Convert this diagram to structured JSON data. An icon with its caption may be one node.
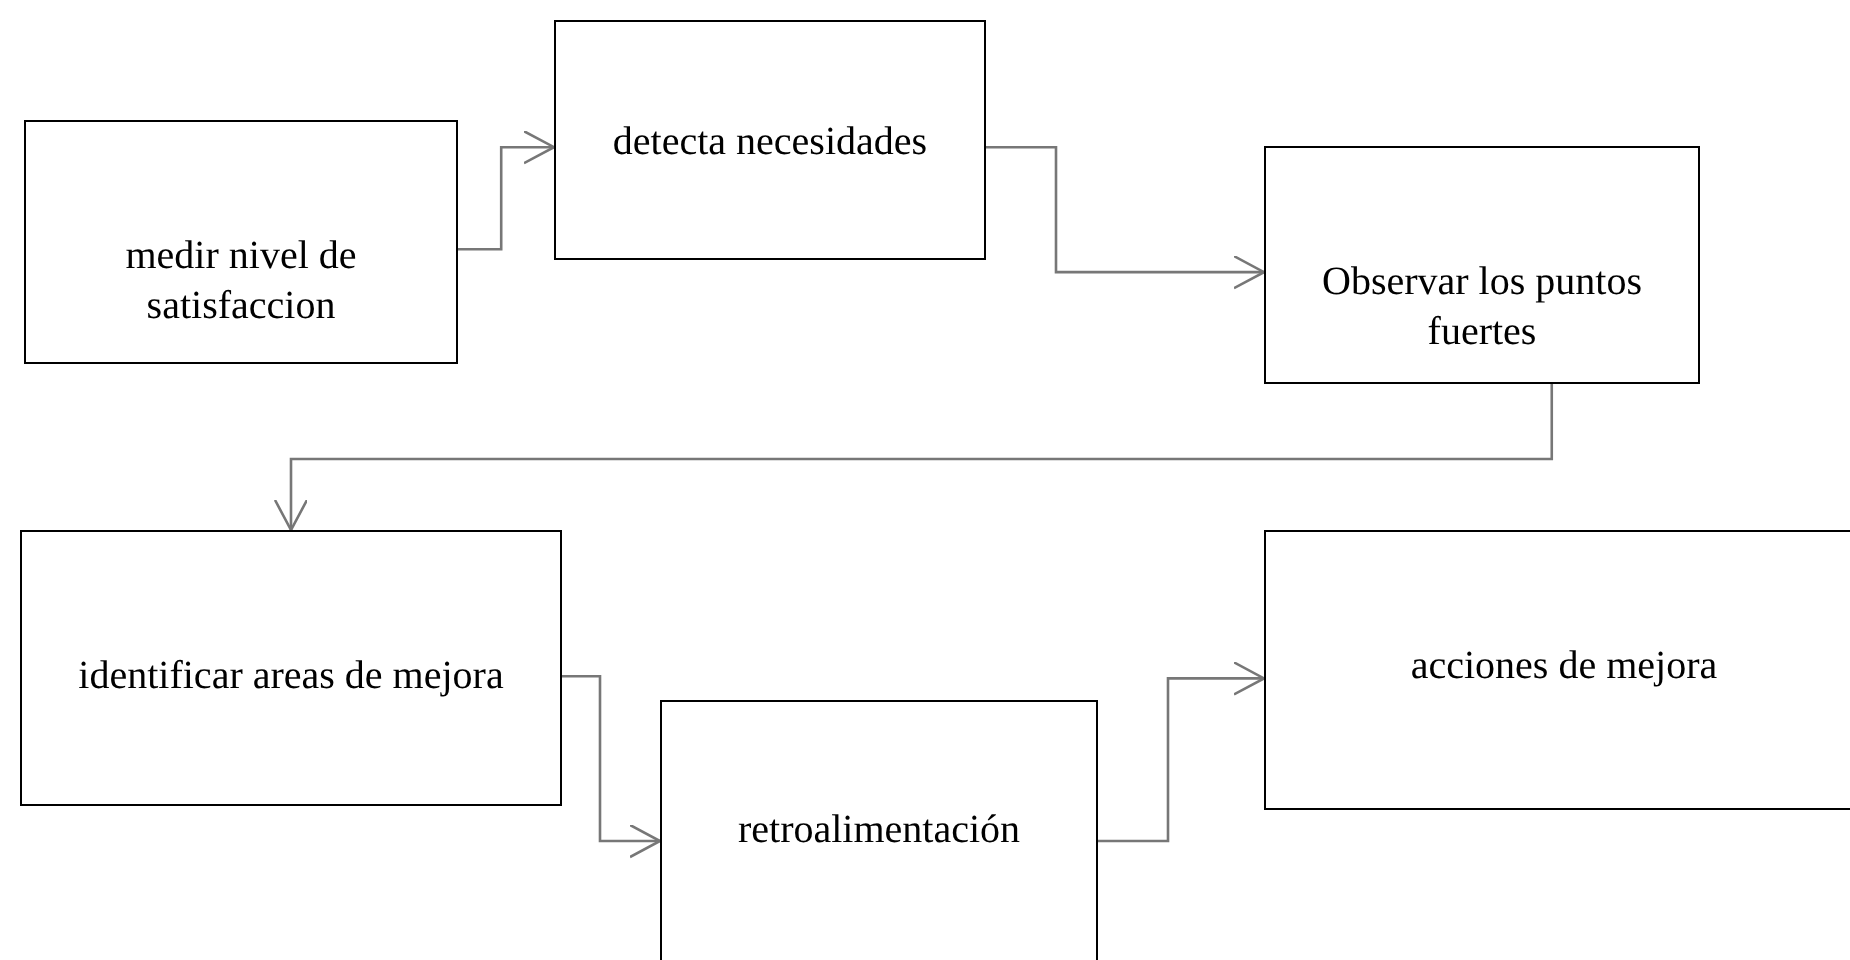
{
  "diagram": {
    "nodes": [
      {
        "text": [
          "medir nivel de satisfaccion"
        ]
      },
      {
        "text": [
          "detecta necesidades"
        ]
      },
      {
        "text": [
          "Observar los puntos fuertes"
        ]
      },
      {
        "text": [
          "identificar areas de mejora"
        ]
      },
      {
        "text": [
          "retroalimentación"
        ]
      },
      {
        "text": [
          "acciones de mejora"
        ]
      }
    ],
    "edges": [
      {
        "from": 0,
        "to": 1,
        "arrow": "to"
      },
      {
        "from": 1,
        "to": 2,
        "arrow": "to"
      },
      {
        "from": 2,
        "to": 3,
        "arrow": "to"
      },
      {
        "from": 3,
        "to": 4,
        "arrow": "to"
      },
      {
        "from": 4,
        "to": 5,
        "arrow": "to"
      }
    ]
  }
}
